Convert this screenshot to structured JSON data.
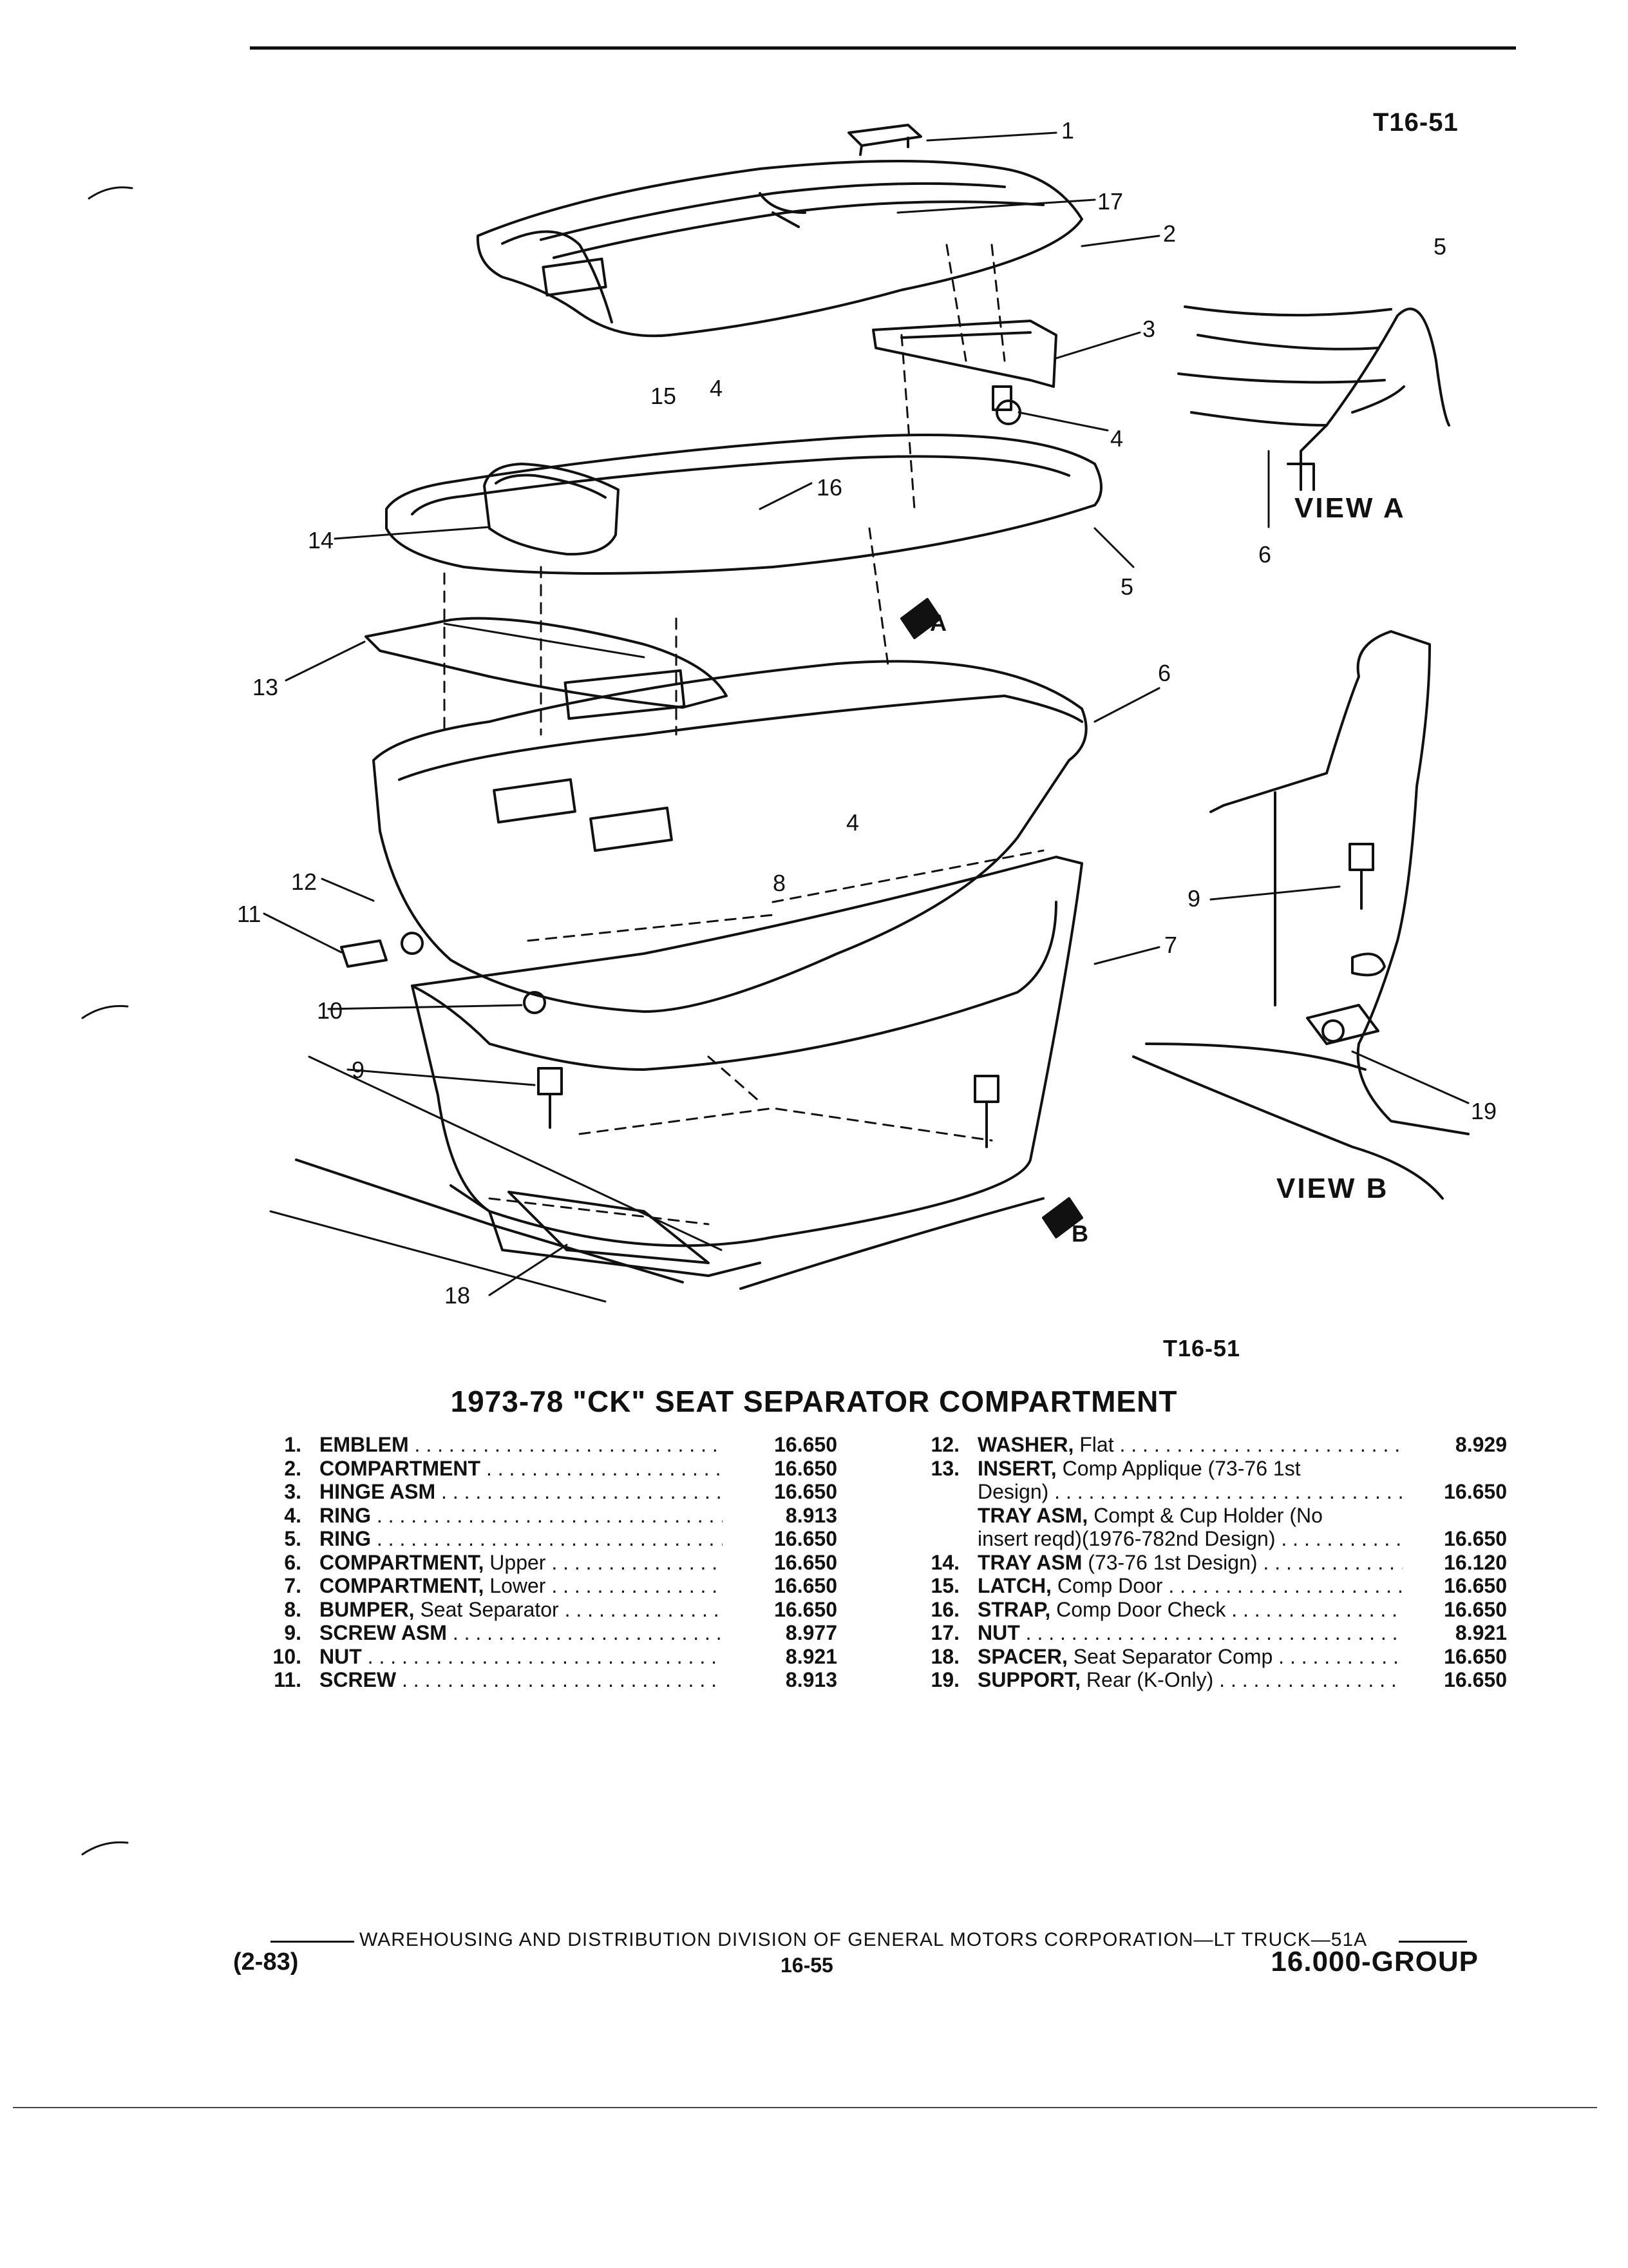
{
  "header": {
    "figure_code": "T16-51"
  },
  "figure": {
    "code_below": "T16-51",
    "view_a_label": "VIEW A",
    "view_b_label": "VIEW B",
    "arrow_a_letter": "A",
    "arrow_b_letter": "B",
    "callouts": [
      "1",
      "17",
      "2",
      "3",
      "5",
      "4",
      "15",
      "4",
      "16",
      "14",
      "5",
      "6",
      "13",
      "6",
      "4",
      "8",
      "12",
      "11",
      "7",
      "9",
      "10",
      "9",
      "19",
      "18"
    ]
  },
  "title": "1973-78 \"CK\" SEAT SEPARATOR COMPARTMENT",
  "parts_left": [
    {
      "num": "1.",
      "name": "EMBLEM",
      "desc": "",
      "ref": "16.650"
    },
    {
      "num": "2.",
      "name": "COMPARTMENT",
      "desc": "",
      "ref": "16.650"
    },
    {
      "num": "3.",
      "name": "HINGE ASM",
      "desc": "",
      "ref": "16.650"
    },
    {
      "num": "4.",
      "name": "RING",
      "desc": "",
      "ref": "8.913"
    },
    {
      "num": "5.",
      "name": "RING",
      "desc": "",
      "ref": "16.650"
    },
    {
      "num": "6.",
      "name": "COMPARTMENT,",
      "desc": " Upper",
      "ref": "16.650"
    },
    {
      "num": "7.",
      "name": "COMPARTMENT,",
      "desc": " Lower",
      "ref": "16.650"
    },
    {
      "num": "8.",
      "name": "BUMPER,",
      "desc": " Seat Separator",
      "ref": "16.650"
    },
    {
      "num": "9.",
      "name": "SCREW ASM",
      "desc": "",
      "ref": "8.977"
    },
    {
      "num": "10.",
      "name": "NUT",
      "desc": "",
      "ref": "8.921"
    },
    {
      "num": "11.",
      "name": "SCREW",
      "desc": "",
      "ref": "8.913"
    }
  ],
  "parts_right": [
    {
      "num": "12.",
      "name": "WASHER,",
      "desc": " Flat",
      "ref": "8.929"
    },
    {
      "num": "13.",
      "name": "INSERT,",
      "desc": " Comp Applique (73-76 1st",
      "ref": "",
      "nodots": true
    },
    {
      "num": "",
      "name": "",
      "desc": "Design)",
      "ref": "16.650"
    },
    {
      "num": "",
      "name": "TRAY ASM,",
      "desc": " Compt & Cup Holder (No",
      "ref": "",
      "nodots": true
    },
    {
      "num": "",
      "name": "",
      "desc": "insert reqd)(1976-782nd Design)",
      "ref": "16.650"
    },
    {
      "num": "14.",
      "name": "TRAY ASM",
      "desc": " (73-76 1st Design)",
      "ref": "16.120"
    },
    {
      "num": "15.",
      "name": "LATCH,",
      "desc": " Comp Door",
      "ref": "16.650"
    },
    {
      "num": "16.",
      "name": "STRAP,",
      "desc": " Comp Door Check",
      "ref": "16.650"
    },
    {
      "num": "17.",
      "name": "NUT",
      "desc": "",
      "ref": "8.921"
    },
    {
      "num": "18.",
      "name": "SPACER,",
      "desc": " Seat Separator Comp",
      "ref": "16.650"
    },
    {
      "num": "19.",
      "name": "SUPPORT,",
      "desc": " Rear (K-Only)",
      "ref": "16.650"
    }
  ],
  "footer": {
    "publisher": "WAREHOUSING AND DISTRIBUTION  DIVISION OF GENERAL MOTORS CORPORATION—LT TRUCK—51A",
    "date": "(2-83)",
    "page": "16-55",
    "group": "16.000-GROUP"
  }
}
